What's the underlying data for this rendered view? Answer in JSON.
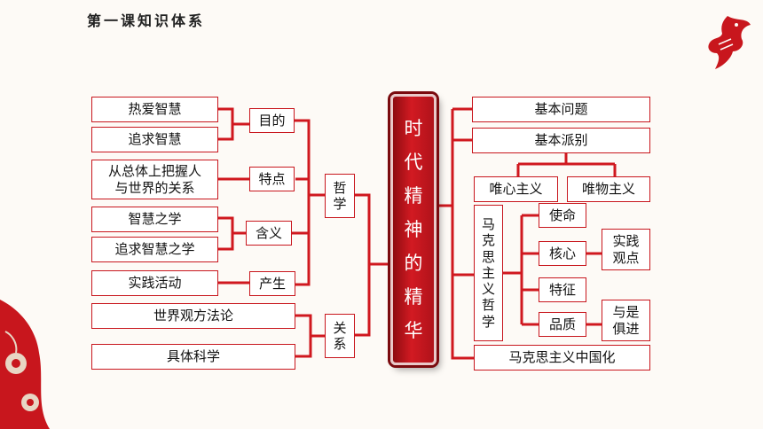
{
  "header": {
    "title": "第一课知识体系"
  },
  "center": {
    "chars": [
      "时",
      "代",
      "精",
      "神",
      "的",
      "精",
      "华"
    ]
  },
  "left": {
    "re_ai_zhihui": "热爱智慧",
    "zhuiqiu_zhihui": "追求智慧",
    "congzongti": "从总体上把握人与世界的关系",
    "zhihui_zhixue": "智慧之学",
    "zhuiqiu_zhihui_zhixue": "追求智慧之学",
    "shijian_huodong": "实践活动",
    "shijieguan": "世界观方法论",
    "juti_kexue": "具体科学",
    "mudi": "目的",
    "tedian": "特点",
    "hanyi": "含义",
    "chansheng": "产生",
    "zhexue": [
      "哲",
      "学"
    ],
    "guanxi": [
      "关",
      "系"
    ]
  },
  "right": {
    "jiben_wenti": "基本问题",
    "jiben_paibie": "基本派别",
    "weixin": "唯心主义",
    "weiwu": "唯物主义",
    "makesi": [
      "马",
      "克",
      "思",
      "主",
      "义",
      "哲",
      "学"
    ],
    "shiming": "使命",
    "hexin": "核心",
    "shijian_guandian": [
      "实践",
      "观点"
    ],
    "tezheng": "特征",
    "pinzhi": "品质",
    "yushi_jujin": [
      "与是",
      "俱进"
    ],
    "zhongguohua": "马克思主义中国化"
  },
  "colors": {
    "accent": "#c8161d",
    "center": "#b0121a"
  }
}
